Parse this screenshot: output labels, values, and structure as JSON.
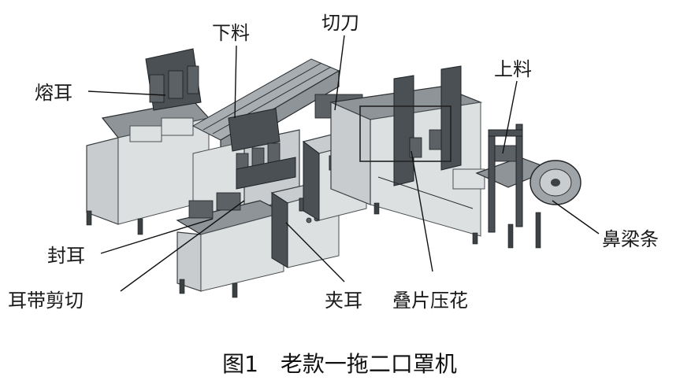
{
  "labels": {
    "rong_er": "熔耳",
    "xia_liao": "下料",
    "qie_dao": "切刀",
    "shang_liao": "上料",
    "bi_liang_tiao": "鼻梁条",
    "feng_er": "封耳",
    "er_dai_jian_qie": "耳带剪切",
    "jia_er": "夹耳",
    "die_pian_ya_hua": "叠片压花"
  },
  "caption": "图1　老款一拖二口罩机"
}
